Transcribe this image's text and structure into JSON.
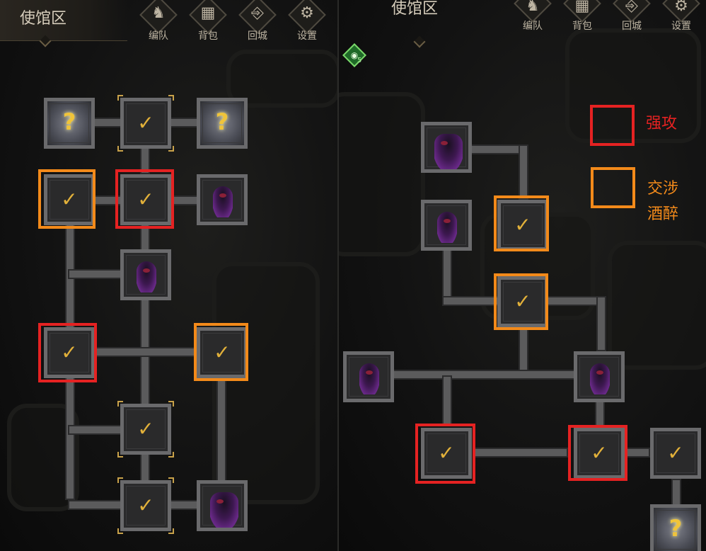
{
  "left": {
    "title": "使馆区",
    "menu": [
      {
        "label": "编队",
        "icon": "helmet-icon",
        "glyph": "♞"
      },
      {
        "label": "背包",
        "icon": "backpack-icon",
        "glyph": "▦"
      },
      {
        "label": "回城",
        "icon": "door-icon",
        "glyph": "⎆"
      },
      {
        "label": "设置",
        "icon": "gear-icon",
        "glyph": "⚙"
      }
    ]
  },
  "right": {
    "title": "使馆区",
    "menu": [
      {
        "label": "编队",
        "icon": "helmet-icon",
        "glyph": "♞"
      },
      {
        "label": "背包",
        "icon": "backpack-icon",
        "glyph": "▦"
      },
      {
        "label": "回城",
        "icon": "door-icon",
        "glyph": "⎆"
      },
      {
        "label": "设置",
        "icon": "gear-icon",
        "glyph": "⚙"
      }
    ],
    "vision_count": "5"
  },
  "legend": {
    "red_label": "强攻",
    "orange_label_1": "交涉",
    "orange_label_2": "酒醉",
    "red_color": "#e52222",
    "orange_color": "#f38a1a"
  },
  "glyphs": {
    "check": "✓",
    "question": "?",
    "eye": "◉"
  }
}
